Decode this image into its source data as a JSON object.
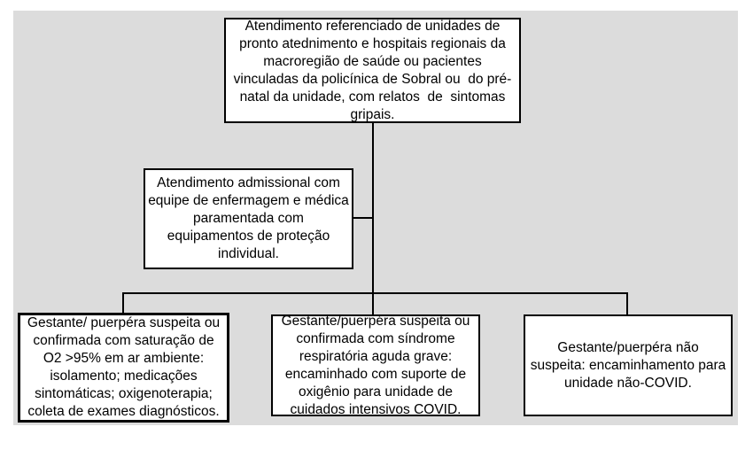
{
  "diagram": {
    "type": "flowchart",
    "canvas_color": "#dcdcdc",
    "node_fill_color": "#ffffff",
    "node_border_color": "#000000",
    "connector_color": "#000000",
    "nodes": {
      "referral": {
        "text": "Atendimento referenciado de unidades de\npronto atednimento e hospitais regionais da\nmacroregião de saúde ou pacientes\nvinculadas da policínica de Sobral ou  do pré-\nnatal da unidade, com relatos  de  sintomas\ngripais."
      },
      "admission": {
        "text": "Atendimento admissional com\nequipe de enfermagem e médica\nparamentada com\nequipamentos de proteção\nindividual."
      },
      "suspect_stable": {
        "text": "Gestante/ puerpéra suspeita ou\nconfirmada com saturação de\nO2 >95% em ar ambiente:\nisolamento; medicações\nsintomáticas; oxigenoterapia;\ncoleta de exames diagnósticos."
      },
      "suspect_severe": {
        "text": "Gestante/puerpéra suspeita ou\nconfirmada com síndrome\nrespiratória aguda grave:\nencaminhado com suporte de\noxigênio para unidade de\ncuidados intensivos COVID."
      },
      "not_suspect": {
        "text": "Gestante/puerpéra não\nsuspeita: encaminhamento para\nunidade não-COVID."
      }
    }
  }
}
